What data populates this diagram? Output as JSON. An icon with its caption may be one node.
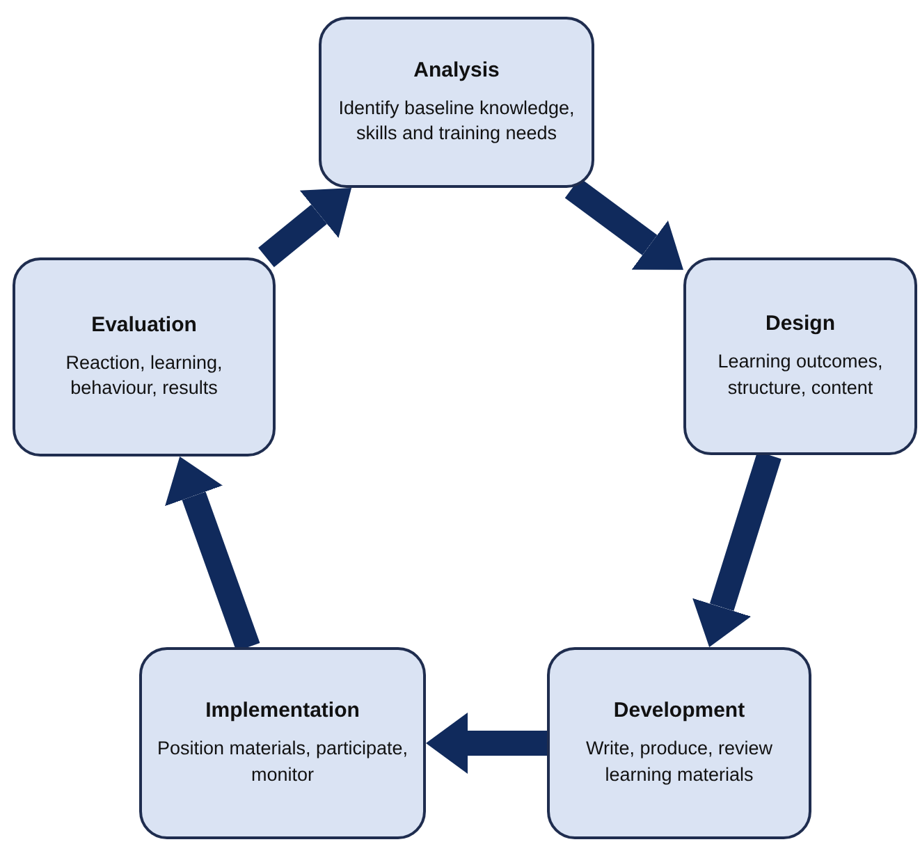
{
  "diagram": {
    "nodes": [
      {
        "text": [
          "Analysis",
          "Identify baseline knowledge, skills and training needs"
        ]
      },
      {
        "text": [
          "Design",
          "Learning outcomes, structure, content"
        ]
      },
      {
        "text": [
          "Development",
          "Write, produce, review learning materials"
        ]
      },
      {
        "text": [
          "Implementation",
          "Position materials, participate, monitor"
        ]
      },
      {
        "text": [
          "Evaluation",
          "Reaction, learning, behaviour, results"
        ]
      }
    ],
    "edges": [
      {
        "from": 0,
        "to": 1,
        "arrow": "to"
      },
      {
        "from": 1,
        "to": 2,
        "arrow": "to"
      },
      {
        "from": 2,
        "to": 3,
        "arrow": "to"
      },
      {
        "from": 3,
        "to": 4,
        "arrow": "to"
      },
      {
        "from": 4,
        "to": 0,
        "arrow": "to"
      }
    ]
  }
}
